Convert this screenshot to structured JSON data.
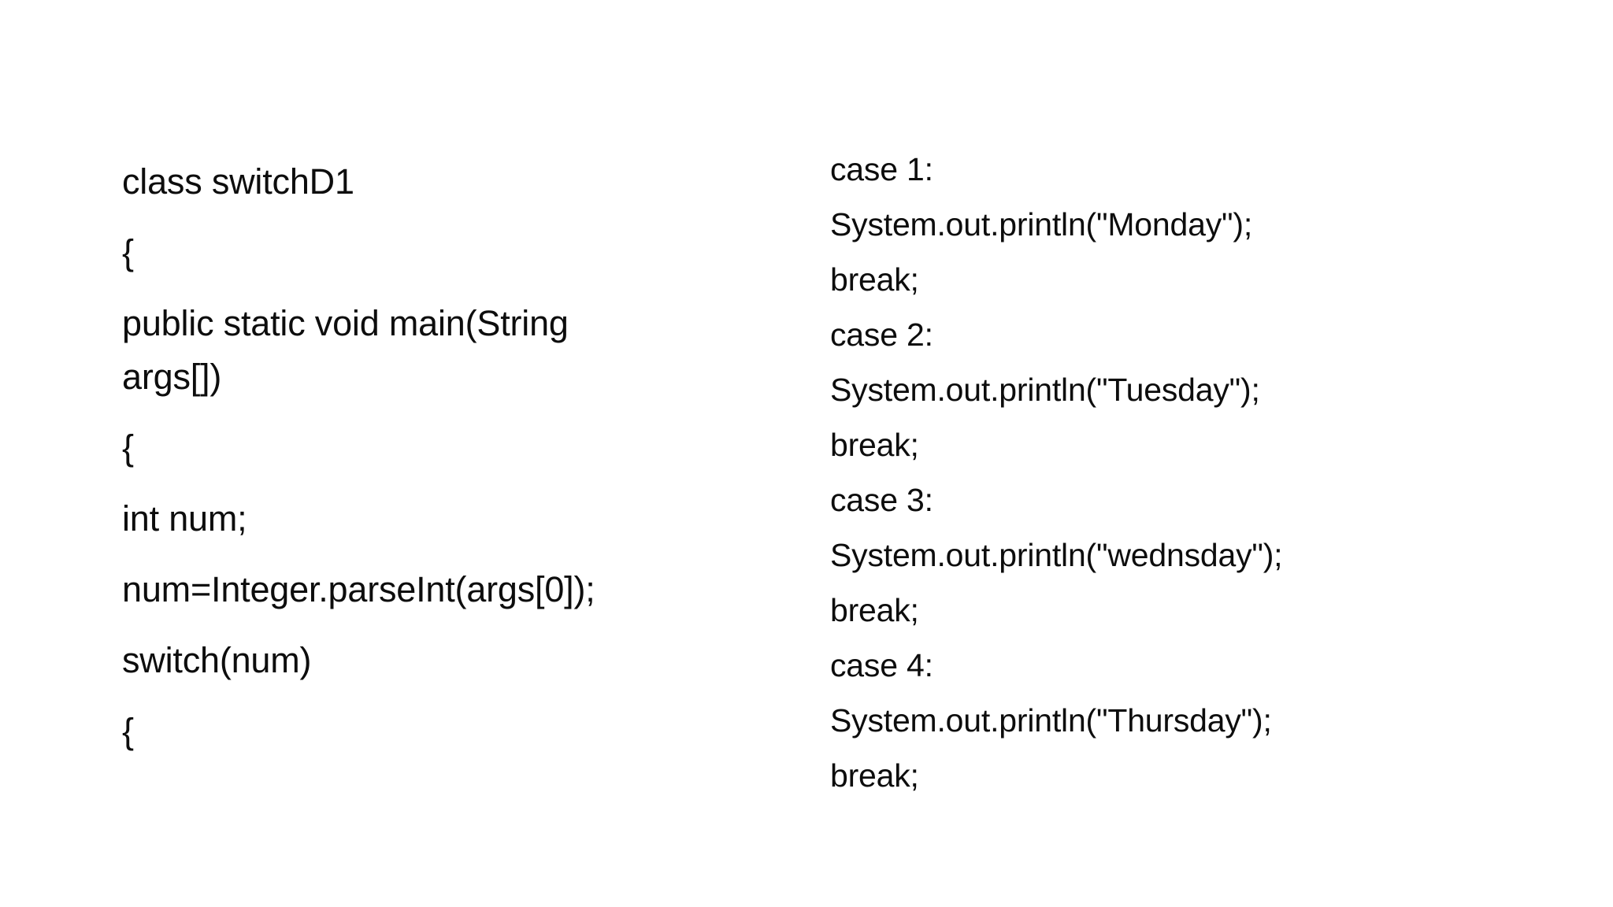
{
  "slide": {
    "background_color": "#ffffff",
    "text_color": "#0d0d0d",
    "left_block": {
      "lines": [
        {
          "text": "class switchD1",
          "wraps": false
        },
        {
          "text": "{",
          "wraps": false
        },
        {
          "text": "public static void main(String args[])",
          "wraps": true
        },
        {
          "text": "{",
          "wraps": false
        },
        {
          "text": "int num;",
          "wraps": false
        },
        {
          "text": "num=Integer.parseInt(args[0]);",
          "wraps": false
        },
        {
          "text": "switch(num)",
          "wraps": false
        },
        {
          "text": "{",
          "wraps": false
        }
      ]
    },
    "right_block": {
      "lines": [
        {
          "text": "case 1:"
        },
        {
          "text": "System.out.println(\"Monday\");"
        },
        {
          "text": "break;"
        },
        {
          "text": "case 2:"
        },
        {
          "text": "System.out.println(\"Tuesday\");"
        },
        {
          "text": "break;"
        },
        {
          "text": "case 3:"
        },
        {
          "text": "System.out.println(\"wednsday\");"
        },
        {
          "text": "break;"
        },
        {
          "text": "case 4:"
        },
        {
          "text": "System.out.println(\"Thursday\");"
        },
        {
          "text": "break;"
        }
      ]
    }
  }
}
